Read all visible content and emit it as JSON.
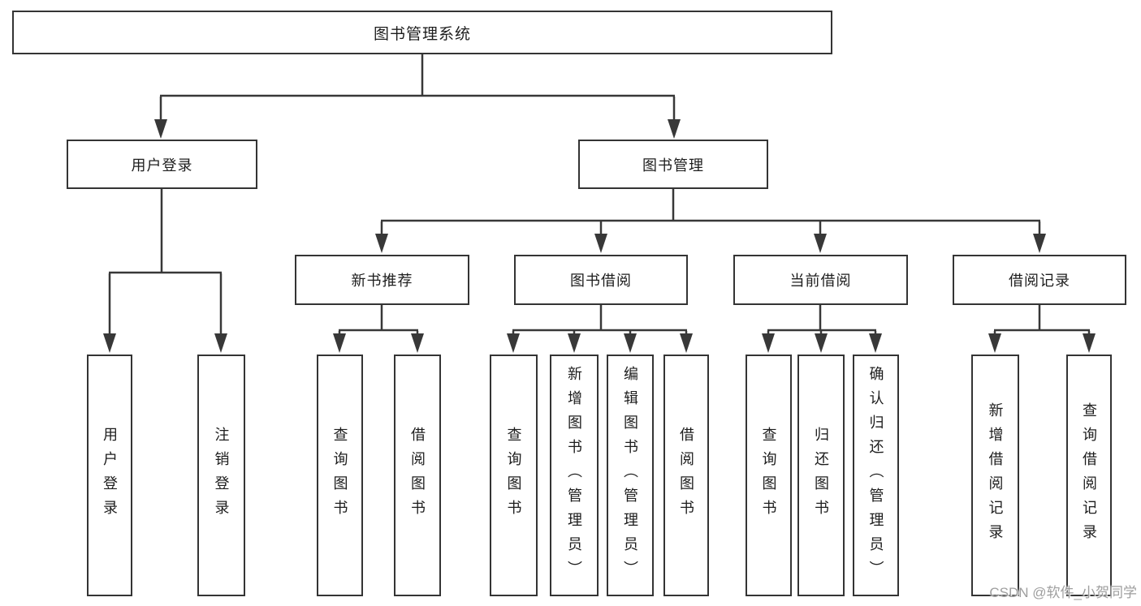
{
  "tree": {
    "root": "图书管理系统",
    "children": [
      {
        "label": "用户登录",
        "children": [
          "用户登录",
          "注销登录"
        ]
      },
      {
        "label": "图书管理",
        "children": [
          {
            "label": "新书推荐",
            "children": [
              "查询图书",
              "借阅图书"
            ]
          },
          {
            "label": "图书借阅",
            "children": [
              "查询图书",
              "新增图书（管理员）",
              "编辑图书（管理员）",
              "借阅图书"
            ]
          },
          {
            "label": "当前借阅",
            "children": [
              "查询图书",
              "归还图书",
              "确认归还（管理员）"
            ]
          },
          {
            "label": "借阅记录",
            "children": [
              "新增借阅记录",
              "查询借阅记录"
            ]
          }
        ]
      }
    ]
  },
  "watermark": {
    "text": "CSDN @软件_小贺同学"
  },
  "colors": {
    "line": "#383838",
    "box_border": "#343434",
    "text": "#1d1d1d",
    "watermark": "#949494",
    "background": "#ffffff"
  }
}
